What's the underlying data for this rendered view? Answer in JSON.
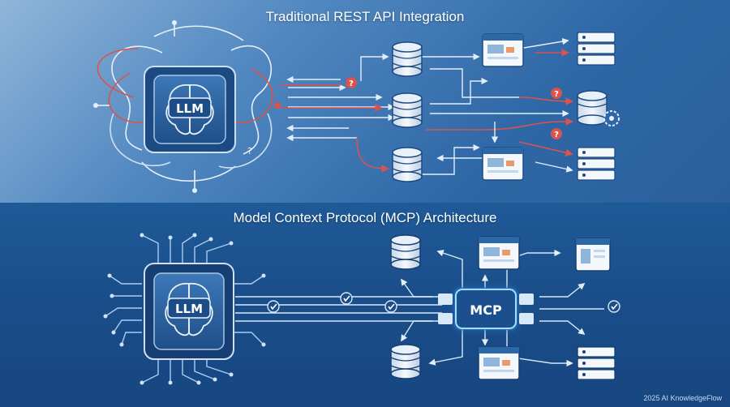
{
  "top": {
    "title": "Traditional REST API Integration",
    "llm_label": "LLM",
    "question_mark": "?"
  },
  "bottom": {
    "title": "Model Context Protocol (MCP) Architecture",
    "llm_label": "LLM",
    "hub_label": "MCP"
  },
  "footer": {
    "watermark": "2025 AI KnowledgeFlow"
  },
  "colors": {
    "wire_light": "#dfeaf7",
    "wire_red": "#d9534f",
    "chip": "#2a5f9e",
    "glow": "#7fd3ff"
  }
}
